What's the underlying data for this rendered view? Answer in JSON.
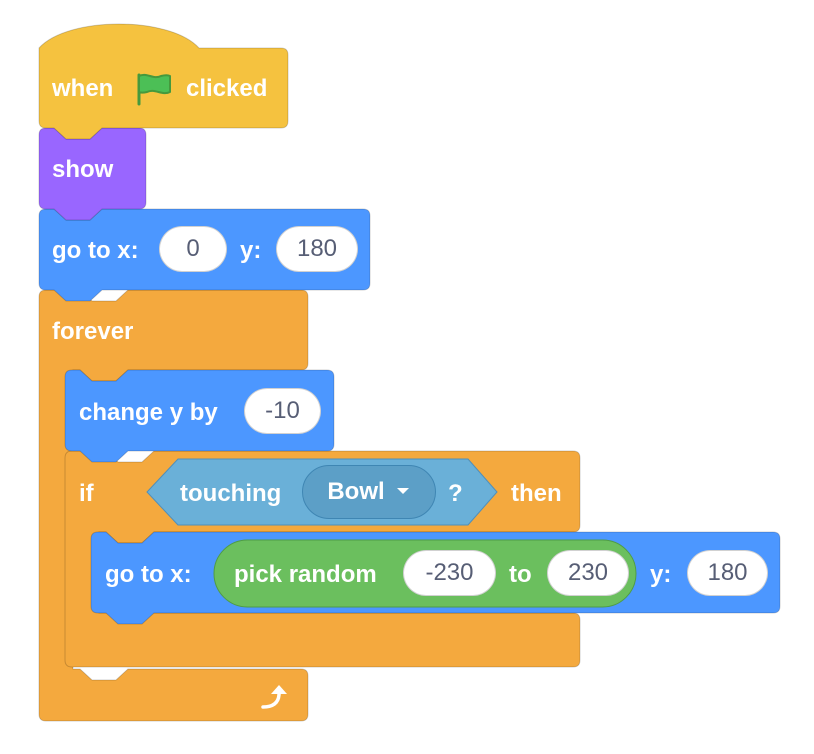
{
  "colors": {
    "events": "#f5c23f",
    "looks": "#9966ff",
    "motion": "#4c97ff",
    "control": "#f4a93e",
    "sensing": "#6ab0d8",
    "operators": "#6bbf5e",
    "text_light": "#ffffff",
    "text_field": "#575e75",
    "flag": "#4cbf56"
  },
  "script": {
    "hat": {
      "word_when": "when",
      "flag_icon": "green-flag-icon",
      "word_clicked": "clicked"
    },
    "show": {
      "label": "show"
    },
    "goto1": {
      "label_x": "go to x:",
      "x_value": "0",
      "label_y": "y:",
      "y_value": "180"
    },
    "forever": {
      "label": "forever",
      "loop_icon": "loop-arrow-icon"
    },
    "change_y": {
      "label": "change y by",
      "value": "-10"
    },
    "if_block": {
      "label_if": "if",
      "condition": {
        "label": "touching",
        "menu_value": "Bowl",
        "menu_icon": "dropdown-arrow-icon",
        "suffix": "?"
      },
      "label_then": "then"
    },
    "goto2": {
      "label_x": "go to x:",
      "random": {
        "label": "pick random",
        "from_value": "-230",
        "label_to": "to",
        "to_value": "230"
      },
      "label_y": "y:",
      "y_value": "180"
    }
  }
}
